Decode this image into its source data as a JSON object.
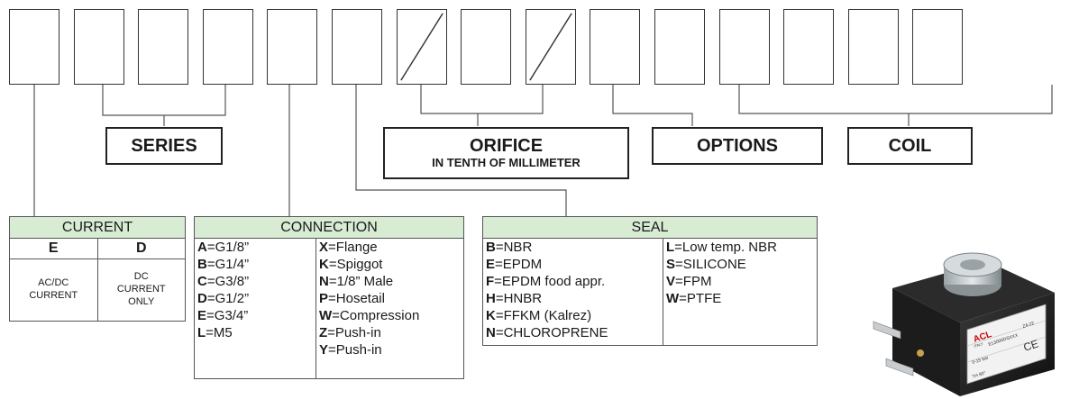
{
  "code_boxes": [
    {
      "slash": false
    },
    {
      "slash": false
    },
    {
      "slash": false
    },
    {
      "slash": false
    },
    {
      "slash": false
    },
    {
      "slash": false
    },
    {
      "slash": true
    },
    {
      "slash": false
    },
    {
      "slash": true
    },
    {
      "slash": false
    },
    {
      "slash": false
    },
    {
      "slash": false
    },
    {
      "slash": false
    },
    {
      "slash": false
    },
    {
      "slash": false
    }
  ],
  "labels": {
    "series": "SERIES",
    "orifice": "ORIFICE",
    "orifice_sub": "IN TENTH OF MILLIMETER",
    "options": "OPTIONS",
    "coil": "COIL"
  },
  "current": {
    "title": "CURRENT",
    "codes": [
      "E",
      "D"
    ],
    "descriptions": [
      "AC/DC CURRENT",
      "DC CURRENT ONLY"
    ]
  },
  "connection": {
    "title": "CONNECTION",
    "left": [
      {
        "code": "A",
        "text": "=G1/8”"
      },
      {
        "code": "B",
        "text": "=G1/4”"
      },
      {
        "code": "C",
        "text": "=G3/8”"
      },
      {
        "code": "D",
        "text": "=G1/2”"
      },
      {
        "code": "E",
        "text": "=G3/4”"
      },
      {
        "code": "L",
        "text": "=M5"
      }
    ],
    "right": [
      {
        "code": "X",
        "text": "=Flange"
      },
      {
        "code": "K",
        "text": "=Spiggot"
      },
      {
        "code": "N",
        "text": "=1/8” Male"
      },
      {
        "code": "P",
        "text": "=Hosetail"
      },
      {
        "code": "W",
        "text": "=Compression"
      },
      {
        "code": "Z",
        "text": "=Push-in"
      },
      {
        "code": "Y",
        "text": "=Push-in"
      }
    ]
  },
  "seal": {
    "title": "SEAL",
    "left": [
      {
        "code": "B",
        "text": "=NBR"
      },
      {
        "code": "E",
        "text": "=EPDM"
      },
      {
        "code": "F",
        "text": "=EPDM food appr."
      },
      {
        "code": "H",
        "text": "=HNBR"
      },
      {
        "code": "K",
        "text": "=FFKM (Kalrez)"
      },
      {
        "code": "N",
        "text": "=CHLOROPRENE"
      }
    ],
    "right": [
      {
        "code": "L",
        "text": "=Low temp. NBR"
      },
      {
        "code": "S",
        "text": "=SILICONE"
      },
      {
        "code": "V",
        "text": "=FPM"
      },
      {
        "code": "W",
        "text": "=PTFE"
      }
    ]
  },
  "coil_image": {
    "brand": "ACL",
    "sub": "ITALY",
    "model": "ZA 22",
    "code": "E13000DSXXX",
    "rating": "0-15 bar",
    "note": "TH 80°",
    "mark": "CE"
  },
  "colors": {
    "header_fill": "#d8ecd4",
    "line": "#555555"
  }
}
